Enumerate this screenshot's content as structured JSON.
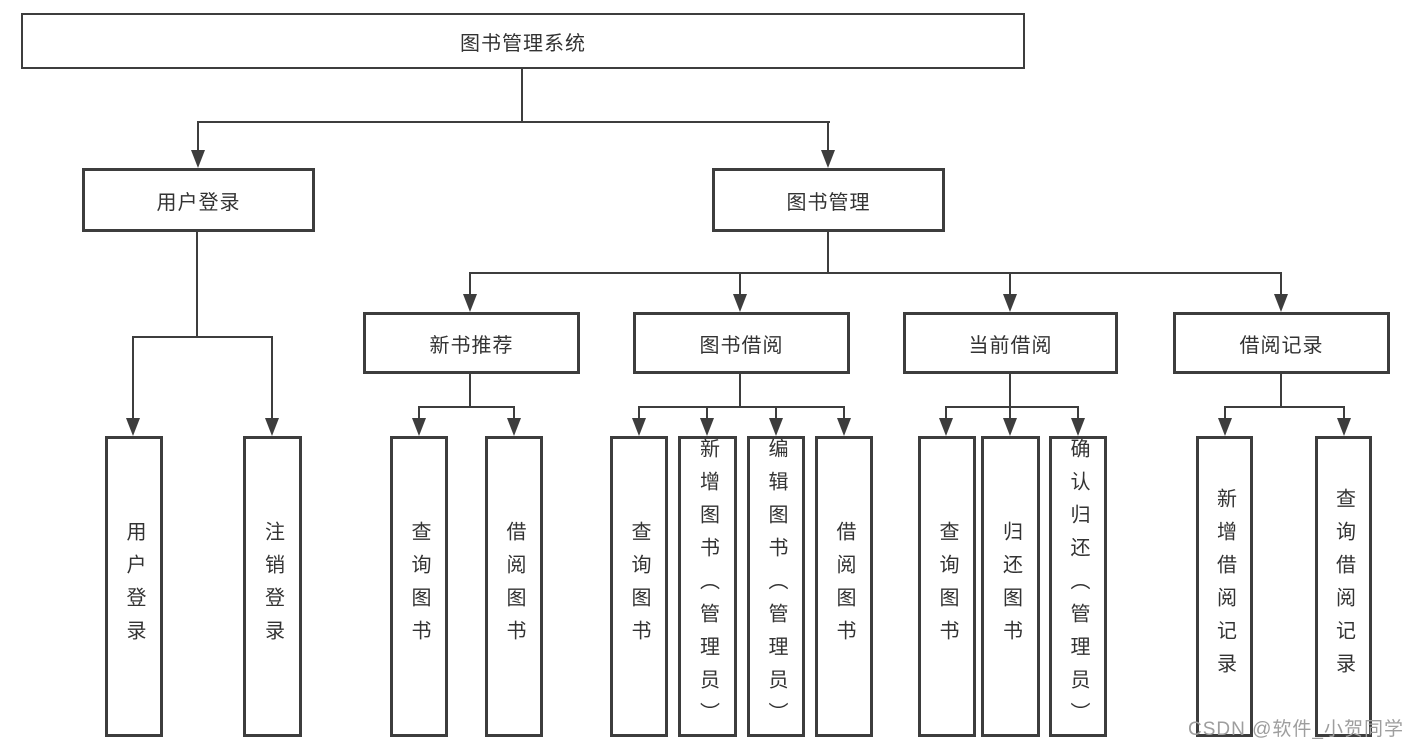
{
  "colors": {
    "line": "#3d3d3d",
    "border": "#3d3d3d",
    "text": "#333333",
    "watermark": "#9e9e9e",
    "bg": "#ffffff"
  },
  "nodes": {
    "root": {
      "label": "图书管理系统"
    },
    "level2": [
      {
        "label": "用户登录"
      },
      {
        "label": "图书管理"
      }
    ],
    "level3": [
      {
        "label": "新书推荐"
      },
      {
        "label": "图书借阅"
      },
      {
        "label": "当前借阅"
      },
      {
        "label": "借阅记录"
      }
    ],
    "leaves": [
      {
        "label": "用户登录"
      },
      {
        "label": "注销登录"
      },
      {
        "label": "查询图书"
      },
      {
        "label": "借阅图书"
      },
      {
        "label": "查询图书"
      },
      {
        "label": "新增图书（管理员）"
      },
      {
        "label": "编辑图书（管理员）"
      },
      {
        "label": "借阅图书"
      },
      {
        "label": "查询图书"
      },
      {
        "label": "归还图书"
      },
      {
        "label": "确认归还（管理员）"
      },
      {
        "label": "新增借阅记录"
      },
      {
        "label": "查询借阅记录"
      }
    ]
  },
  "watermark": {
    "text": "CSDN @软件_小贺同学"
  }
}
